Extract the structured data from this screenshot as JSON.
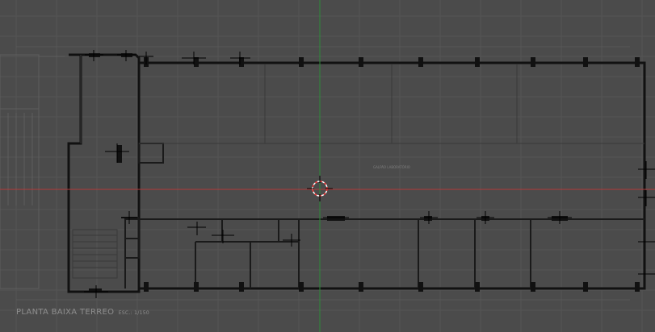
{
  "viewport": {
    "background": "#4b4b4b",
    "grid_color": "#555555",
    "axis_x_color": "#b33a3a",
    "axis_y_color": "#2e8b3a",
    "wall_color": "#111111",
    "cursor_color": "#ff3b3b"
  },
  "drawing": {
    "title": "PLANTA BAIXA TERREO",
    "scale_text": "ESC.: 1/150",
    "central_label": "GALPÃO LABORATÓRIO"
  }
}
